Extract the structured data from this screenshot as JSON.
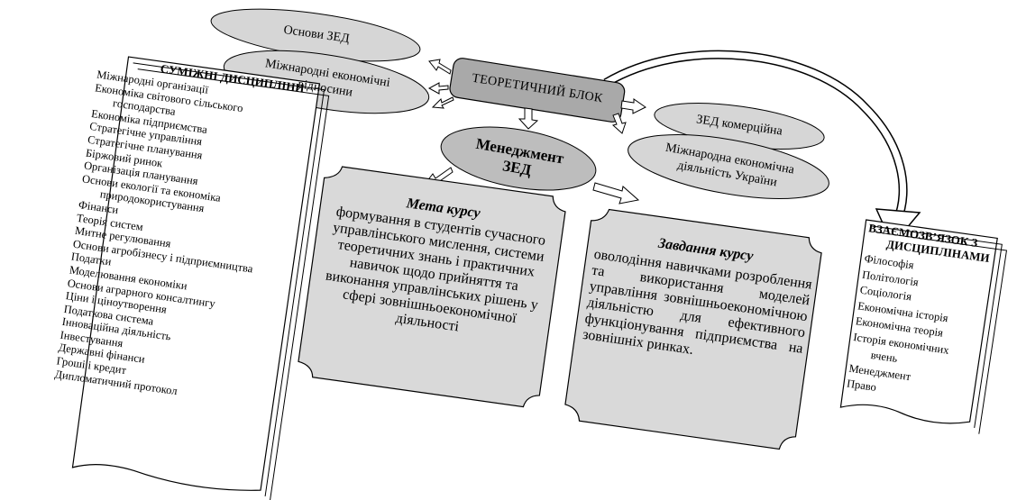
{
  "ovals": {
    "osnovy_zed": "Основи ЗЕД",
    "mizhnarodni_line1": "Міжнародні економічні",
    "mizhnarodni_line2": "відносини",
    "zed_komertsiina": "ЗЕД комерційна",
    "mizhnarodna_line1": "Міжнародна економічна",
    "mizhnarodna_line2": "діяльність України",
    "management_line1": "Менеджмент",
    "management_line2": "ЗЕД"
  },
  "theoretical_block": "ТЕОРЕТИЧНИЙ БЛОК",
  "adjacent": {
    "title": "СУМІЖНІ ДИСЦИПЛІНИ",
    "items": [
      "Міжнародні організації",
      "Економіка світового сільського",
      "господарства",
      "Економіка підприємства",
      "Стратегічне управління",
      "Стратегічне планування",
      "Біржовий ринок",
      "Організація планування",
      "Основи екології та економіка",
      "природокористування",
      "Фінанси",
      "Теорія систем",
      "Митне регулювання",
      "Основи агробізнесу і підприємництва",
      "Податки",
      "Моделювання економіки",
      "Основи аграрного консалтингу",
      "Ціни і ціноутворення",
      "Податкова система",
      "Інноваційна діяльність",
      "Інвестування",
      "Державні фінанси",
      "Гроші і кредит",
      "Дипломатичний протокол"
    ]
  },
  "goal": {
    "title": "Мета курсу",
    "text": "формування в студентів сучасного управлінського мислення, системи теоретичних знань і практичних навичок щодо прийняття та виконання управлінських рішень у сфері зовнішньоекономічної діяльності"
  },
  "tasks": {
    "title": "Завдання курсу",
    "text": "оволодіння навичками розроблення та використання моделей управління зовнішньоекономічною діяльністю для ефективного функціонування підприємства на зовнішніх ринках."
  },
  "relations": {
    "title_line1": "ВЗАЄМОЗВ’ЯЗОК З",
    "title_line2": "ДИСЦИПЛІНАМИ",
    "items": [
      "Філософія",
      "Політологія",
      "Соціологія",
      "Економічна історія",
      "Економічна теорія",
      "Історія економічних",
      "вчень",
      "Менеджмент",
      "Право"
    ]
  }
}
